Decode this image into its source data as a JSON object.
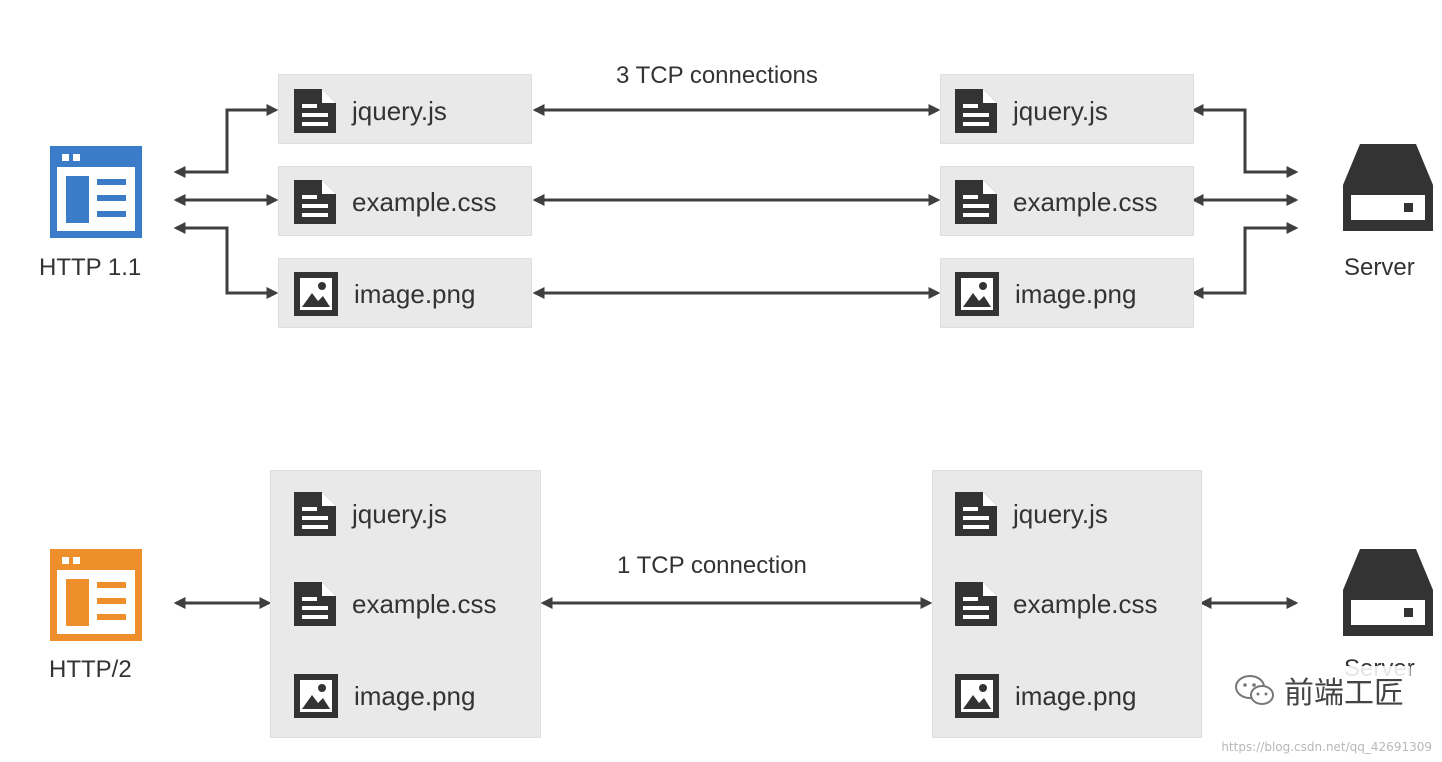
{
  "http11": {
    "client_label": "HTTP 1.1",
    "server_label": "Server",
    "connection_label": "3 TCP connections",
    "files": [
      {
        "name": "jquery.js",
        "icon": "document-icon"
      },
      {
        "name": "example.css",
        "icon": "document-icon"
      },
      {
        "name": "image.png",
        "icon": "image-icon"
      }
    ]
  },
  "http2": {
    "client_label": "HTTP/2",
    "server_label": "Server",
    "connection_label": "1 TCP connection",
    "files": [
      {
        "name": "jquery.js",
        "icon": "document-icon"
      },
      {
        "name": "example.css",
        "icon": "document-icon"
      },
      {
        "name": "image.png",
        "icon": "image-icon"
      }
    ]
  },
  "colors": {
    "http11_browser": "#3a7cc7",
    "http2_browser": "#ee8f2c",
    "server": "#333333",
    "arrow": "#3f3f3f",
    "box": "#e9e9e9"
  },
  "overlay": {
    "brand": "前端工匠",
    "url": "https://blog.csdn.net/qq_42691309"
  }
}
